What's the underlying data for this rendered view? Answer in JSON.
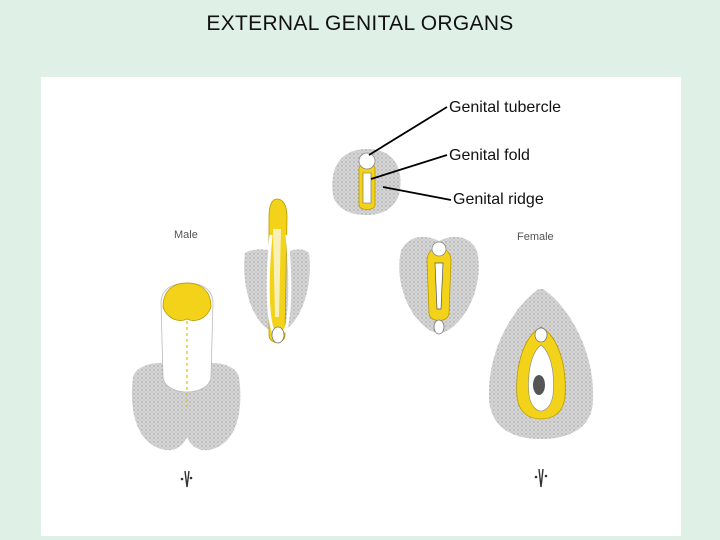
{
  "title": "EXTERNAL GENITAL ORGANS",
  "callouts": {
    "tubercle": "Genital tubercle",
    "fold": "Genital fold",
    "ridge": "Genital ridge"
  },
  "stage_labels": {
    "male": "Male",
    "female": "Female"
  },
  "colors": {
    "background": "#dff0e6",
    "panel": "#ffffff",
    "tissue_gray": "#cfcfcf",
    "tissue_yellow": "#f3d21a"
  }
}
